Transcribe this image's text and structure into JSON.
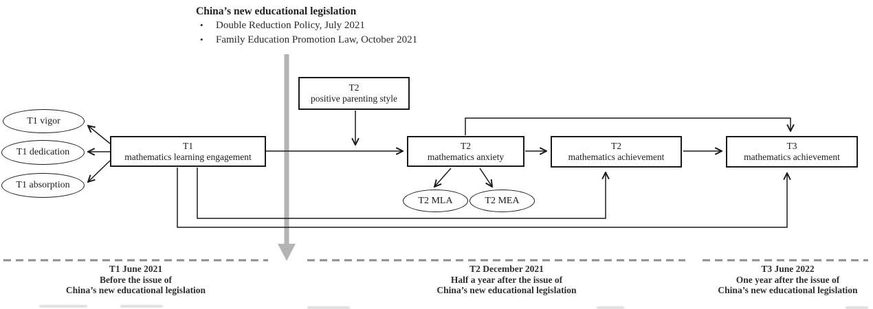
{
  "header": {
    "title": "China’s new educational legislation",
    "bullet_char": "•",
    "bullets": [
      "Double Reduction Policy, July 2021",
      "Family Education Promotion Law, October 2021"
    ]
  },
  "diagram": {
    "boxes": [
      {
        "id": "t1-engagement",
        "line1": "T1",
        "line2": "mathematics learning engagement"
      },
      {
        "id": "t2-parenting",
        "line1": "T2",
        "line2": "positive parenting style"
      },
      {
        "id": "t2-anxiety",
        "line1": "T2",
        "line2": "mathematics anxiety"
      },
      {
        "id": "t2-achievement",
        "line1": "T2",
        "line2": "mathematics achievement"
      },
      {
        "id": "t3-achievement",
        "line1": "T3",
        "line2": "mathematics achievement"
      }
    ],
    "ellipses": [
      {
        "id": "t1-vigor",
        "label": "T1 vigor"
      },
      {
        "id": "t1-dedication",
        "label": "T1 dedication"
      },
      {
        "id": "t1-absorption",
        "label": "T1 absorption"
      },
      {
        "id": "t2-mla",
        "label": "T2 MLA"
      },
      {
        "id": "t2-mea",
        "label": "T2 MEA"
      }
    ]
  },
  "timeline": [
    {
      "id": "t1",
      "line1": "T1 June 2021",
      "line2": "Before the issue of",
      "line3": "China’s new educational legislation"
    },
    {
      "id": "t2",
      "line1": "T2 December 2021",
      "line2": "Half a year after the issue of",
      "line3": "China’s new educational legislation"
    },
    {
      "id": "t3",
      "line1": "T3 June 2022",
      "line2": "One year after the issue of",
      "line3": "China’s new educational legislation"
    }
  ],
  "colors": {
    "line": "#1a1a1a",
    "gray_arrow": "#b4b4b4",
    "dashed_line": "#8d8d8d",
    "text": "#1f1f1f"
  }
}
